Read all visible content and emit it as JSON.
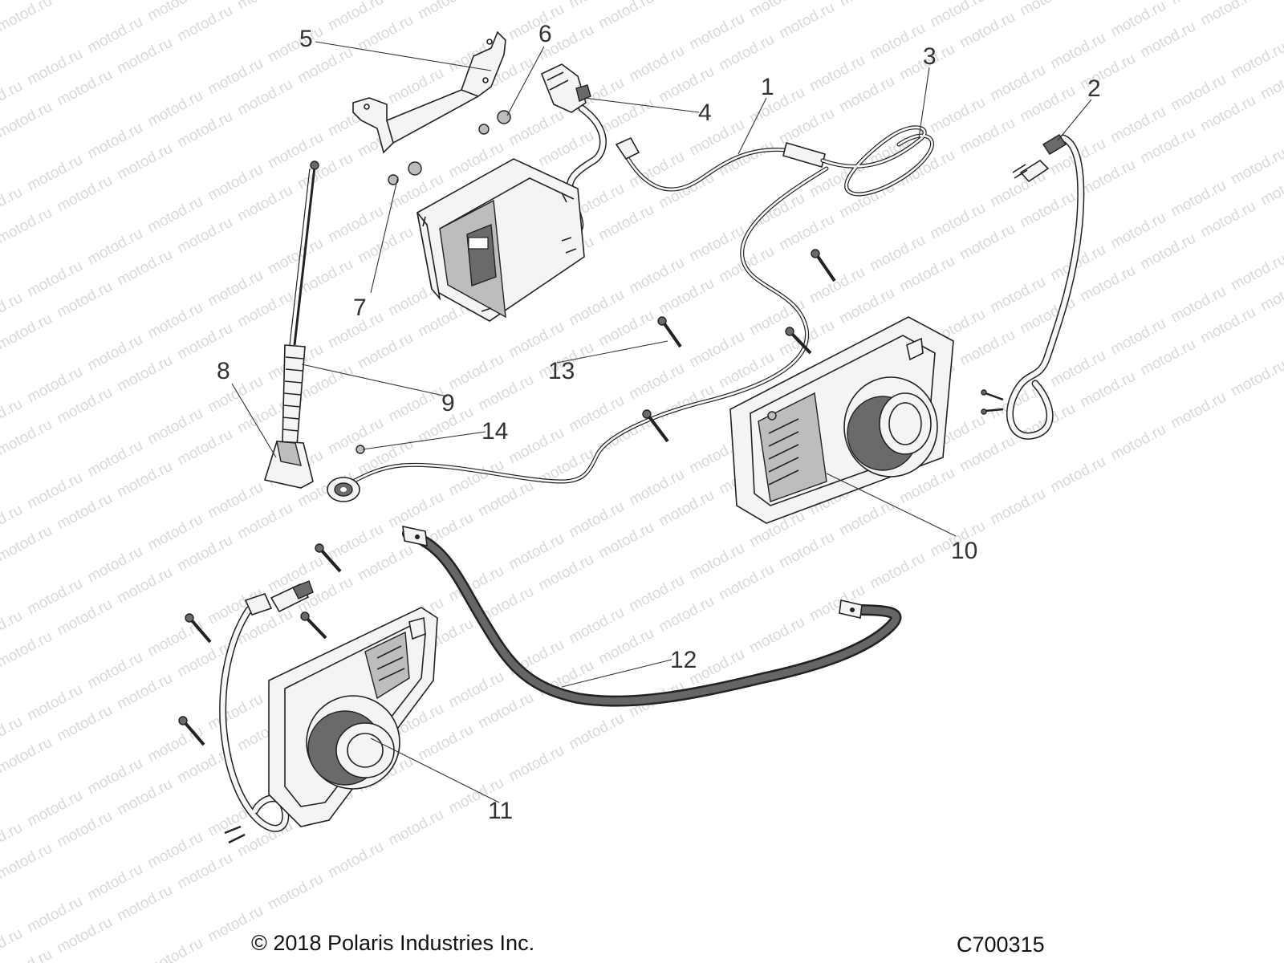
{
  "watermark": "motod.ru",
  "callouts": [
    "1",
    "2",
    "3",
    "4",
    "5",
    "6",
    "7",
    "8",
    "9",
    "10",
    "11",
    "12",
    "13",
    "14"
  ],
  "footer": {
    "copyright": "© 2018 Polaris Industries Inc.",
    "code": "C700315"
  }
}
